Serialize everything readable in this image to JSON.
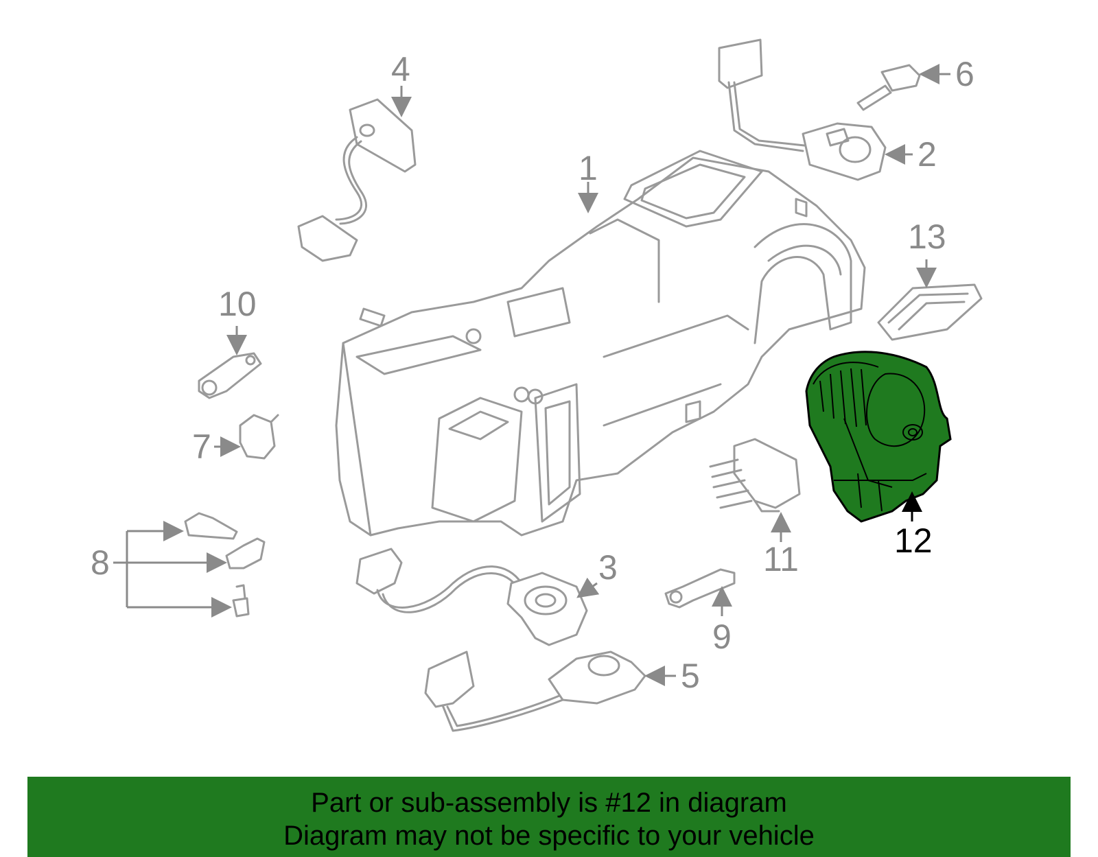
{
  "diagram": {
    "callouts": [
      "1",
      "2",
      "3",
      "4",
      "5",
      "6",
      "7",
      "8",
      "9",
      "10",
      "11",
      "12",
      "13"
    ],
    "highlighted_callout": "12",
    "highlight_color": "#1f7a1f",
    "line_color": "#9a9a9a"
  },
  "banner": {
    "line1": "Part or sub-assembly is #12 in diagram",
    "line2": "Diagram may not be specific to your vehicle",
    "background": "#1f7a1f"
  }
}
